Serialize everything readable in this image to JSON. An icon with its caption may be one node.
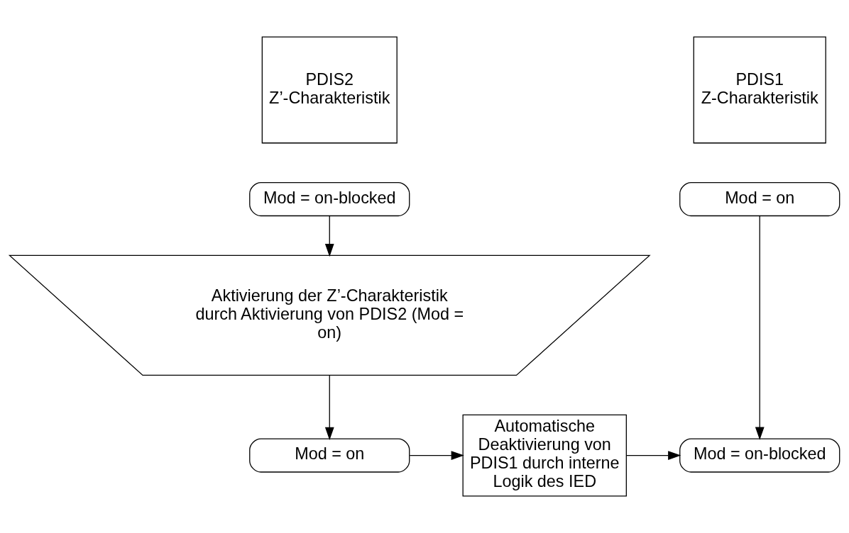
{
  "diagram": {
    "nodes": [
      {
        "text": [
          "PDIS1",
          "Z-Charakteristik"
        ]
      },
      {
        "text": [
          "PDIS2",
          "Z’-Charakteristik"
        ]
      },
      {
        "text": [
          "Mod = on"
        ]
      },
      {
        "text": [
          "Mod = on-blocked"
        ]
      },
      {
        "text": [
          "Aktivierung der Z’-Charakteristik durch Aktivierung von PDIS2 (Mod = on)"
        ]
      },
      {
        "text": [
          "Mod = on-blocked"
        ]
      },
      {
        "text": [
          "Automatische Deaktivierung von PDIS1 durch interne Logik des IED"
        ]
      },
      {
        "text": [
          "Mod = on"
        ]
      }
    ],
    "edges": [
      {
        "from": 2,
        "to": 5,
        "arrow": "to"
      },
      {
        "from": 3,
        "to": 4,
        "arrow": "to"
      },
      {
        "from": 4,
        "to": 7,
        "arrow": "to"
      },
      {
        "from": 7,
        "to": 6,
        "arrow": "to"
      },
      {
        "from": 6,
        "to": 5,
        "arrow": "to"
      }
    ]
  }
}
